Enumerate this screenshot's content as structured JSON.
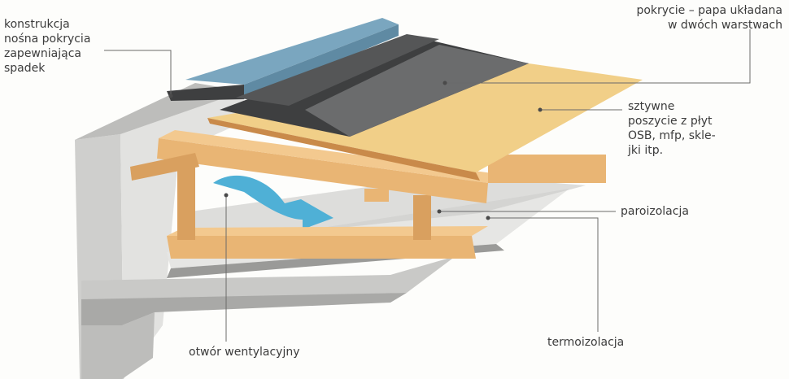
{
  "labels": {
    "load_structure": "konstrukcja\nnośna pokrycia\nzapewniająca\nspadek",
    "roofing": "pokrycie – papa układana\nw dwóch warstwach",
    "sheathing": "sztywne\nposzycie z płyt\nOSB, mfp, skle-\njki itp.",
    "vapor_barrier": "paroizolacja",
    "vent_opening": "otwór wentylacyjny",
    "thermal_insulation": "termoizolacja"
  },
  "colors": {
    "timber": "#e9b574",
    "timber_dark": "#c98a4a",
    "osb": "#f1cf88",
    "felt": "#555657",
    "felt_dark": "#3e3f40",
    "concrete": "#d8d8d6",
    "concrete_dark": "#a9a9a7",
    "flashing": "#7aa6bf",
    "airflow": "#4fb0d6"
  },
  "icons": {
    "airflow": "airflow-arrow-icon"
  }
}
